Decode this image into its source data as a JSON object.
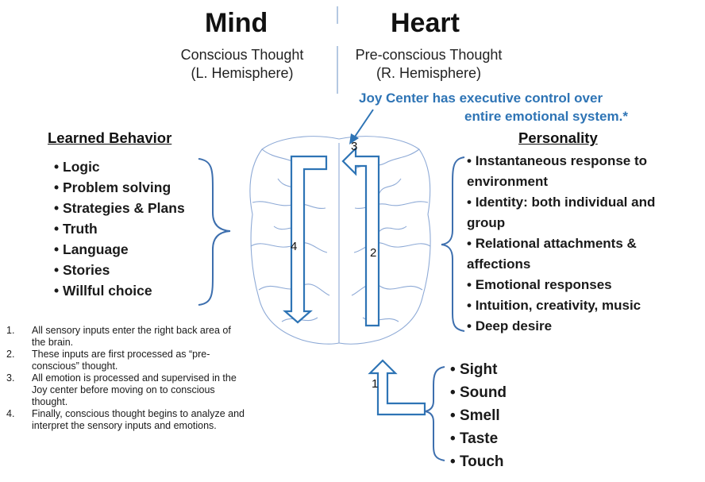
{
  "mind": {
    "title": "Mind",
    "line1": "Conscious Thought",
    "line2": "(L. Hemisphere)"
  },
  "heart": {
    "title": "Heart",
    "line1": "Pre-conscious Thought",
    "line2": "(R. Hemisphere)"
  },
  "joy_center": {
    "line1": "Joy Center has executive control over",
    "line2": "entire emotional system.*"
  },
  "learned_behavior": {
    "heading": "Learned Behavior",
    "items": [
      "Logic",
      "Problem solving",
      "Strategies & Plans",
      "Truth",
      "Language",
      "Stories",
      "Willful choice"
    ]
  },
  "personality": {
    "heading": "Personality",
    "items": [
      "Instantaneous response to environment",
      "Identity: both individual and group",
      "Relational attachments & affections",
      "Emotional responses",
      "Intuition, creativity, music",
      "Deep desire"
    ]
  },
  "senses": {
    "items": [
      "Sight",
      "Sound",
      "Smell",
      "Taste",
      "Touch"
    ]
  },
  "arrow_labels": {
    "a1": "1",
    "a2": "2",
    "a3": "3",
    "a4": "4"
  },
  "steps": [
    {
      "num": "1.",
      "text": "All sensory inputs enter the right back area of the brain."
    },
    {
      "num": "2.",
      "text": "These inputs are first processed as “pre-conscious” thought."
    },
    {
      "num": "3.",
      "text": "All emotion is processed and supervised in the Joy center before moving on to conscious thought."
    },
    {
      "num": "4.",
      "text": "Finally, conscious thought begins to analyze and interpret the sensory inputs and emotions."
    }
  ],
  "colors": {
    "arrow": "#2e74b5",
    "brain_outline": "#8eaad6",
    "brace": "#3d6fae",
    "joy_text": "#2e74b5"
  }
}
